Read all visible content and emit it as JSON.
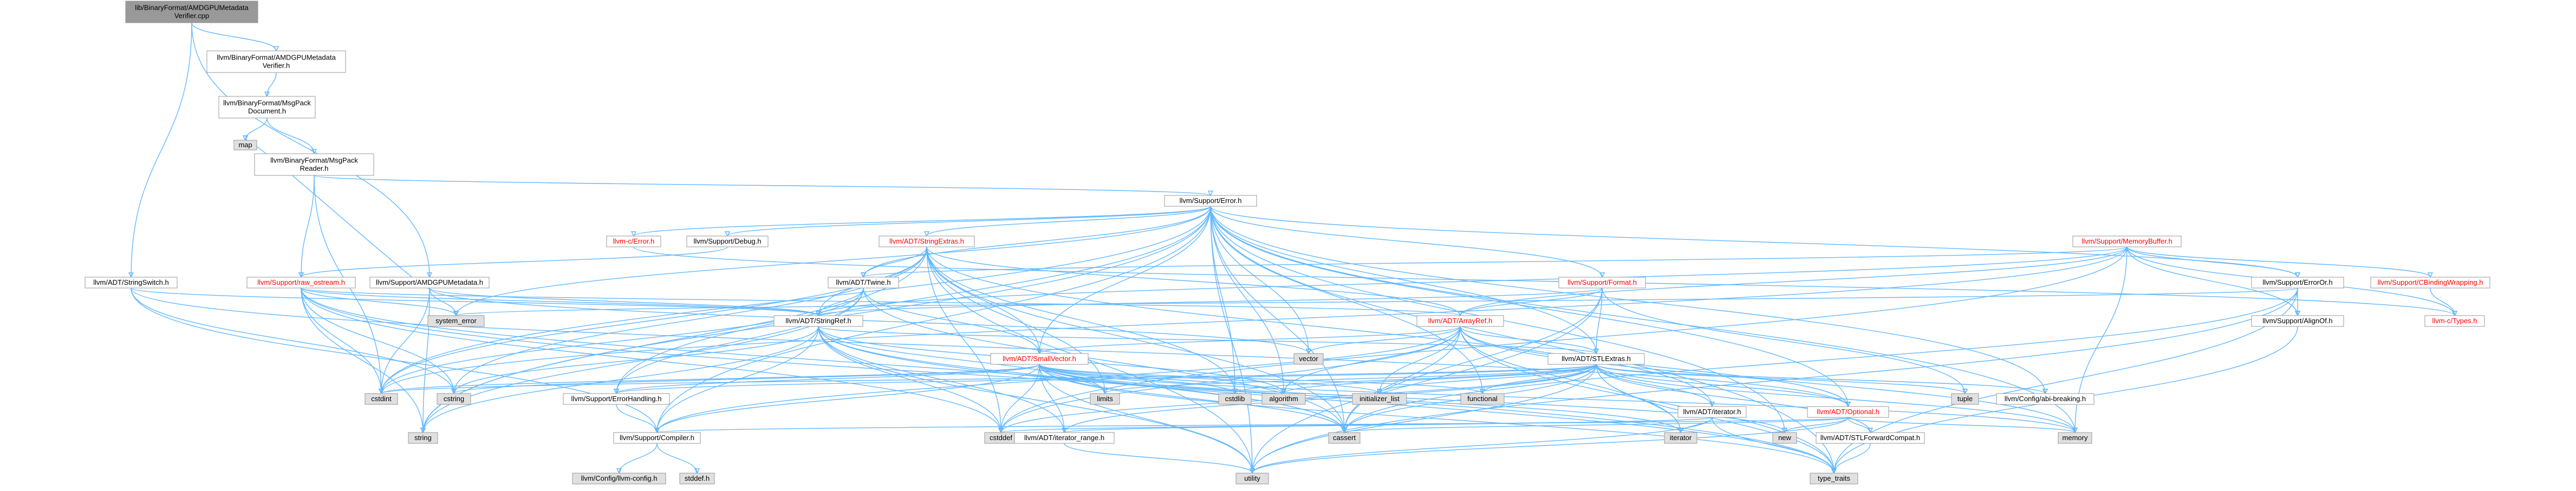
{
  "diagram": {
    "type": "include-dependency-graph",
    "colors": {
      "root_fill": "#999999",
      "node_fill": "#ffffff",
      "system_fill": "#e0e0e0",
      "border": "#999999",
      "edge": "#63b8ff",
      "text": "#000000",
      "truncated_text": "#ff0000",
      "truncated_border": "#ff0000"
    },
    "nodes": [
      {
        "id": "root",
        "lines": [
          "lib/BinaryFormat/AMDGPUMetadata",
          "Verifier.cpp"
        ],
        "kind": "root"
      },
      {
        "id": "verifier_h",
        "lines": [
          "llvm/BinaryFormat/AMDGPUMetadata",
          "Verifier.h"
        ],
        "kind": "normal"
      },
      {
        "id": "msgpack_doc",
        "lines": [
          "llvm/BinaryFormat/MsgPack",
          "Document.h"
        ],
        "kind": "normal"
      },
      {
        "id": "map",
        "lines": [
          "map"
        ],
        "kind": "system"
      },
      {
        "id": "msgpack_reader",
        "lines": [
          "llvm/BinaryFormat/MsgPack",
          "Reader.h"
        ],
        "kind": "normal"
      },
      {
        "id": "support_error",
        "lines": [
          "llvm/Support/Error.h"
        ],
        "kind": "normal"
      },
      {
        "id": "stringswitch",
        "lines": [
          "llvm/ADT/StringSwitch.h"
        ],
        "kind": "normal"
      },
      {
        "id": "raw_ostream",
        "lines": [
          "llvm/Support/raw_ostream.h"
        ],
        "kind": "truncated"
      },
      {
        "id": "amdgpumetadata",
        "lines": [
          "llvm/Support/AMDGPUMetadata.h"
        ],
        "kind": "normal"
      },
      {
        "id": "c_error",
        "lines": [
          "llvm-c/Error.h"
        ],
        "kind": "truncated"
      },
      {
        "id": "debug_h",
        "lines": [
          "llvm/Support/Debug.h"
        ],
        "kind": "normal"
      },
      {
        "id": "stringextras",
        "lines": [
          "llvm/ADT/StringExtras.h"
        ],
        "kind": "truncated"
      },
      {
        "id": "memorybuffer",
        "lines": [
          "llvm/Support/MemoryBuffer.h"
        ],
        "kind": "truncated"
      },
      {
        "id": "twine",
        "lines": [
          "llvm/ADT/Twine.h"
        ],
        "kind": "normal"
      },
      {
        "id": "format",
        "lines": [
          "llvm/Support/Format.h"
        ],
        "kind": "truncated"
      },
      {
        "id": "erroror",
        "lines": [
          "llvm/Support/ErrorOr.h"
        ],
        "kind": "normal"
      },
      {
        "id": "cbinding",
        "lines": [
          "llvm/Support/CBindingWrapping.h"
        ],
        "kind": "truncated"
      },
      {
        "id": "system_error",
        "lines": [
          "system_error"
        ],
        "kind": "system"
      },
      {
        "id": "stringref",
        "lines": [
          "llvm/ADT/StringRef.h"
        ],
        "kind": "normal"
      },
      {
        "id": "arrayref",
        "lines": [
          "llvm/ADT/ArrayRef.h"
        ],
        "kind": "truncated"
      },
      {
        "id": "c_types",
        "lines": [
          "llvm-c/Types.h"
        ],
        "kind": "truncated"
      },
      {
        "id": "alignof",
        "lines": [
          "llvm/Support/AlignOf.h"
        ],
        "kind": "normal"
      },
      {
        "id": "vector",
        "lines": [
          "vector"
        ],
        "kind": "system"
      },
      {
        "id": "stlextras",
        "lines": [
          "llvm/ADT/STLExtras.h"
        ],
        "kind": "normal"
      },
      {
        "id": "smallvector",
        "lines": [
          "llvm/ADT/SmallVector.h"
        ],
        "kind": "truncated"
      },
      {
        "id": "cstdint",
        "lines": [
          "cstdint"
        ],
        "kind": "system"
      },
      {
        "id": "cstring",
        "lines": [
          "cstring"
        ],
        "kind": "system"
      },
      {
        "id": "errorhandling",
        "lines": [
          "llvm/Support/ErrorHandling.h"
        ],
        "kind": "normal"
      },
      {
        "id": "limits",
        "lines": [
          "limits"
        ],
        "kind": "system"
      },
      {
        "id": "cstdlib",
        "lines": [
          "cstdlib"
        ],
        "kind": "system"
      },
      {
        "id": "algorithm",
        "lines": [
          "algorithm"
        ],
        "kind": "system"
      },
      {
        "id": "initializer_list",
        "lines": [
          "initializer_list"
        ],
        "kind": "system"
      },
      {
        "id": "functional",
        "lines": [
          "functional"
        ],
        "kind": "system"
      },
      {
        "id": "tuple",
        "lines": [
          "tuple"
        ],
        "kind": "system"
      },
      {
        "id": "abi_breaking",
        "lines": [
          "llvm/Config/abi-breaking.h"
        ],
        "kind": "normal"
      },
      {
        "id": "iterator_h",
        "lines": [
          "llvm/ADT/iterator.h"
        ],
        "kind": "normal"
      },
      {
        "id": "optional",
        "lines": [
          "llvm/ADT/Optional.h"
        ],
        "kind": "truncated"
      },
      {
        "id": "string",
        "lines": [
          "string"
        ],
        "kind": "system"
      },
      {
        "id": "compiler",
        "lines": [
          "llvm/Support/Compiler.h"
        ],
        "kind": "normal"
      },
      {
        "id": "cstddef",
        "lines": [
          "cstddef"
        ],
        "kind": "system"
      },
      {
        "id": "iterator_range",
        "lines": [
          "llvm/ADT/iterator_range.h"
        ],
        "kind": "normal"
      },
      {
        "id": "cassert",
        "lines": [
          "cassert"
        ],
        "kind": "system"
      },
      {
        "id": "iterator",
        "lines": [
          "iterator"
        ],
        "kind": "system"
      },
      {
        "id": "new",
        "lines": [
          "new"
        ],
        "kind": "system"
      },
      {
        "id": "stlforward",
        "lines": [
          "llvm/ADT/STLForwardCompat.h"
        ],
        "kind": "normal"
      },
      {
        "id": "memory",
        "lines": [
          "memory"
        ],
        "kind": "system"
      },
      {
        "id": "llvm_config",
        "lines": [
          "llvm/Config/llvm-config.h"
        ],
        "kind": "system"
      },
      {
        "id": "stddef",
        "lines": [
          "stddef.h"
        ],
        "kind": "system"
      },
      {
        "id": "utility",
        "lines": [
          "utility"
        ],
        "kind": "system"
      },
      {
        "id": "type_traits",
        "lines": [
          "type_traits"
        ],
        "kind": "system"
      }
    ]
  }
}
